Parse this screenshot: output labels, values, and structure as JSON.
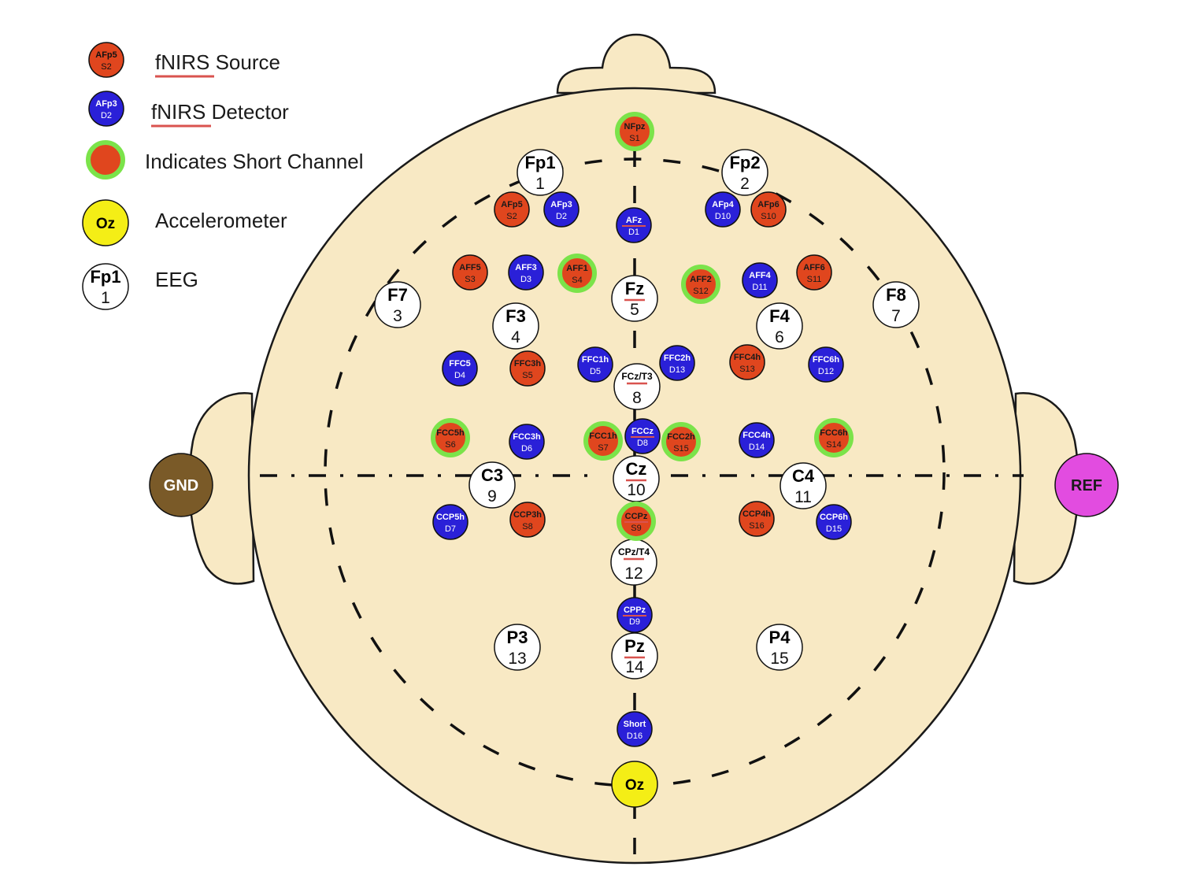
{
  "colors": {
    "head_fill": "#f8e9c4",
    "head_stroke": "#1a1a1a",
    "source": "#e0461e",
    "detector": "#2a20d8",
    "short_ring": "#7be34a",
    "eeg_fill": "#ffffff",
    "accel_fill": "#f4ee16",
    "gnd_fill": "#7a5a28",
    "ref_fill": "#e24ce0",
    "underline": "#d9534f"
  },
  "legend": {
    "source_item": {
      "label": "AFp5",
      "sub": "S2",
      "text": "fNIRS Source"
    },
    "detector_item": {
      "label": "AFp3",
      "sub": "D2",
      "text": "fNIRS Detector"
    },
    "short_item": {
      "text": "Indicates Short Channel"
    },
    "accel_item": {
      "label": "Oz",
      "text": "Accelerometer"
    },
    "eeg_item": {
      "label": "Fp1",
      "num": "1",
      "text": "EEG"
    }
  },
  "ground": {
    "label": "GND"
  },
  "reference": {
    "label": "REF"
  },
  "accelerometer": {
    "label": "Oz"
  },
  "eeg": [
    {
      "label": "Fp1",
      "num": "1"
    },
    {
      "label": "Fp2",
      "num": "2"
    },
    {
      "label": "F7",
      "num": "3"
    },
    {
      "label": "F3",
      "num": "4"
    },
    {
      "label": "Fz",
      "num": "5"
    },
    {
      "label": "F4",
      "num": "6"
    },
    {
      "label": "F8",
      "num": "7"
    },
    {
      "label": "FCz/T3",
      "num": "8"
    },
    {
      "label": "C3",
      "num": "9"
    },
    {
      "label": "Cz",
      "num": "10"
    },
    {
      "label": "C4",
      "num": "11"
    },
    {
      "label": "CPz/T4",
      "num": "12"
    },
    {
      "label": "P3",
      "num": "13"
    },
    {
      "label": "Pz",
      "num": "14"
    },
    {
      "label": "P4",
      "num": "15"
    }
  ],
  "optodes": [
    {
      "label": "NFpz",
      "sub": "S1",
      "type": "source",
      "short": true
    },
    {
      "label": "AFp5",
      "sub": "S2",
      "type": "source",
      "short": false
    },
    {
      "label": "AFp3",
      "sub": "D2",
      "type": "detector",
      "short": false
    },
    {
      "label": "AFz",
      "sub": "D1",
      "type": "detector",
      "short": false
    },
    {
      "label": "AFp4",
      "sub": "D10",
      "type": "detector",
      "short": false
    },
    {
      "label": "AFp6",
      "sub": "S10",
      "type": "source",
      "short": false
    },
    {
      "label": "AFF5",
      "sub": "S3",
      "type": "source",
      "short": false
    },
    {
      "label": "AFF3",
      "sub": "D3",
      "type": "detector",
      "short": false
    },
    {
      "label": "AFF1",
      "sub": "S4",
      "type": "source",
      "short": true
    },
    {
      "label": "AFF2",
      "sub": "S12",
      "type": "source",
      "short": true
    },
    {
      "label": "AFF4",
      "sub": "D11",
      "type": "detector",
      "short": false
    },
    {
      "label": "AFF6",
      "sub": "S11",
      "type": "source",
      "short": false
    },
    {
      "label": "FFC5",
      "sub": "D4",
      "type": "detector",
      "short": false
    },
    {
      "label": "FFC3h",
      "sub": "S5",
      "type": "source",
      "short": false
    },
    {
      "label": "FFC1h",
      "sub": "D5",
      "type": "detector",
      "short": false
    },
    {
      "label": "FFC2h",
      "sub": "D13",
      "type": "detector",
      "short": false
    },
    {
      "label": "FFC4h",
      "sub": "S13",
      "type": "source",
      "short": false
    },
    {
      "label": "FFC6h",
      "sub": "D12",
      "type": "detector",
      "short": false
    },
    {
      "label": "FCC5h",
      "sub": "S6",
      "type": "source",
      "short": true
    },
    {
      "label": "FCC3h",
      "sub": "D6",
      "type": "detector",
      "short": false
    },
    {
      "label": "FCC1h",
      "sub": "S7",
      "type": "source",
      "short": true
    },
    {
      "label": "FCCz",
      "sub": "D8",
      "type": "detector",
      "short": false
    },
    {
      "label": "FCC2h",
      "sub": "S15",
      "type": "source",
      "short": true
    },
    {
      "label": "FCC4h",
      "sub": "D14",
      "type": "detector",
      "short": false
    },
    {
      "label": "FCC6h",
      "sub": "S14",
      "type": "source",
      "short": true
    },
    {
      "label": "CCP5h",
      "sub": "D7",
      "type": "detector",
      "short": false
    },
    {
      "label": "CCP3h",
      "sub": "S8",
      "type": "source",
      "short": false
    },
    {
      "label": "CCPz",
      "sub": "S9",
      "type": "source",
      "short": true
    },
    {
      "label": "CCP4h",
      "sub": "S16",
      "type": "source",
      "short": false
    },
    {
      "label": "CCP6h",
      "sub": "D15",
      "type": "detector",
      "short": false
    },
    {
      "label": "CPPz",
      "sub": "D9",
      "type": "detector",
      "short": false
    },
    {
      "label": "Short",
      "sub": "D16",
      "type": "detector",
      "short": false
    }
  ]
}
